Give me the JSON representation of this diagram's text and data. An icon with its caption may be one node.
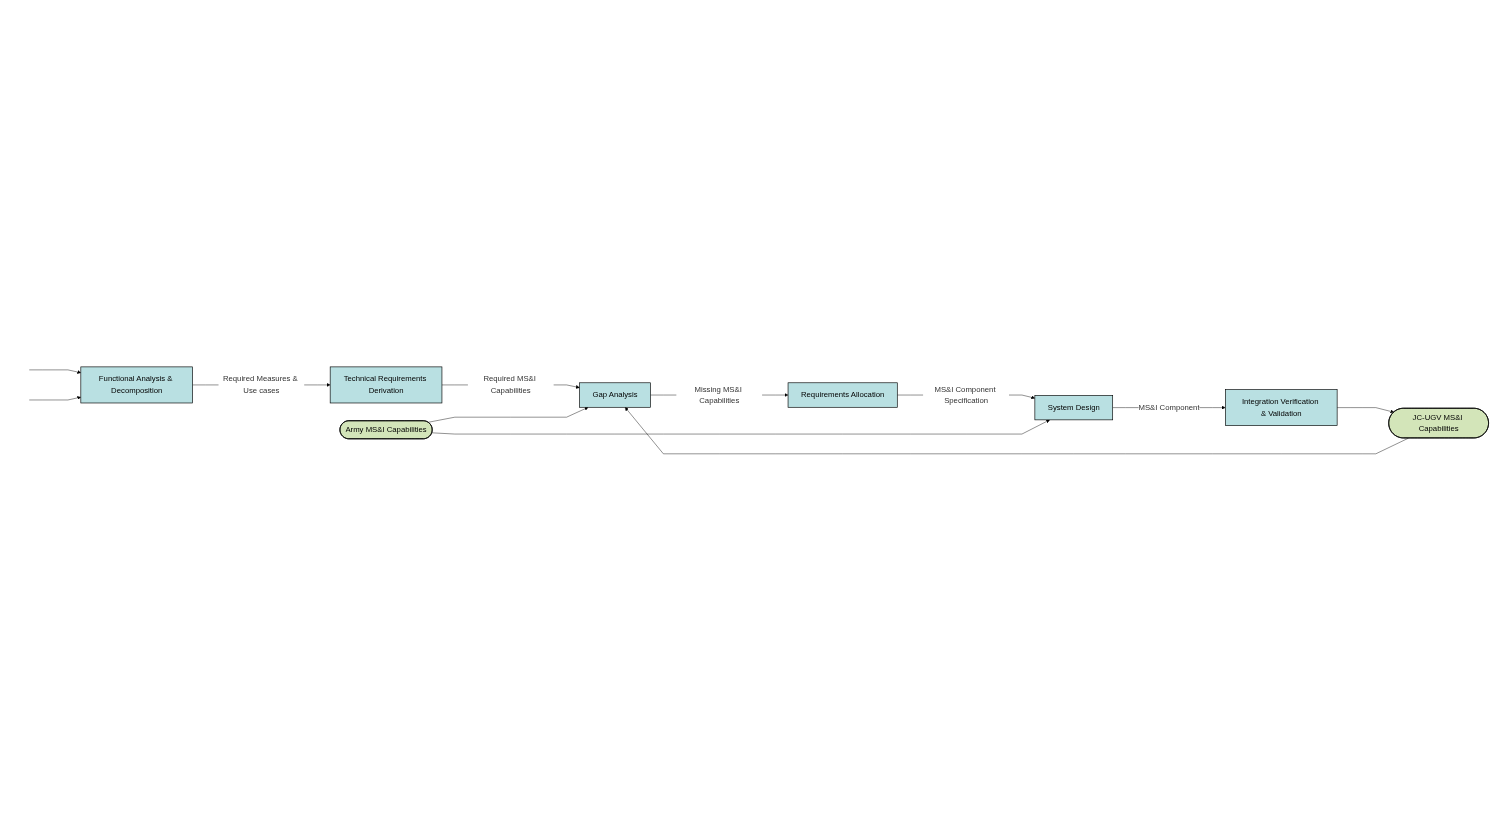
{
  "diagram": {
    "nodes": [
      {
        "text": [
          "Functional Analysis & Decomposition"
        ]
      },
      {
        "text": [
          "Technical Requirements Derivation"
        ]
      },
      {
        "text": [
          "Gap Analysis"
        ]
      },
      {
        "text": [
          "JC-UGV MS&I Capabilities"
        ]
      },
      {
        "text": [
          "Requirements Allocation"
        ]
      },
      {
        "text": [
          "Army MS&I Capabilities"
        ]
      },
      {
        "text": [
          "Integration Verification & Validation"
        ]
      },
      {
        "text": [
          "System Design"
        ]
      }
    ],
    "edges": [
      {
        "from": null,
        "to": 0,
        "arrow": "to"
      },
      {
        "from": null,
        "to": 0,
        "arrow": "to"
      },
      {
        "from": 0,
        "to": 1,
        "arrow": "to",
        "label": "Required Measures & Use cases"
      },
      {
        "from": 1,
        "to": 2,
        "arrow": "to",
        "label": "Required MS&I Capabilities"
      },
      {
        "from": 3,
        "to": 2,
        "arrow": "to"
      },
      {
        "from": 2,
        "to": 4,
        "arrow": "to",
        "label": "Missing MS&I Capabilities"
      },
      {
        "from": 5,
        "to": 2,
        "arrow": "to"
      },
      {
        "from": 4,
        "to": 7,
        "arrow": "to",
        "label": "MS&I Component Specification"
      },
      {
        "from": 5,
        "to": 7,
        "arrow": "to"
      },
      {
        "from": 7,
        "to": 6,
        "arrow": "to",
        "label": "MS&I Component"
      },
      {
        "from": 6,
        "to": 3,
        "arrow": "to"
      }
    ]
  }
}
